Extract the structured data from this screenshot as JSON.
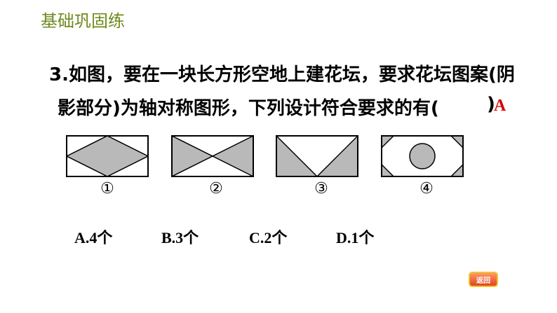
{
  "header": {
    "title": "基础巩固练"
  },
  "question": {
    "line1": "3.如图，要在一块长方形空地上建花坛，要求花坛图案(阴",
    "line2": "影部分)为轴对称图形，下列设计符合要求的有(",
    "close_paren": ")",
    "answer": "A"
  },
  "figures": {
    "labels": [
      "①",
      "②",
      "③",
      "④"
    ],
    "fill_color": "#b9b9b9",
    "stroke_color": "#000000"
  },
  "options": [
    "A.4个",
    "B.3个",
    "C.2个",
    "D.1个"
  ],
  "nav": {
    "back_label": "返回"
  }
}
